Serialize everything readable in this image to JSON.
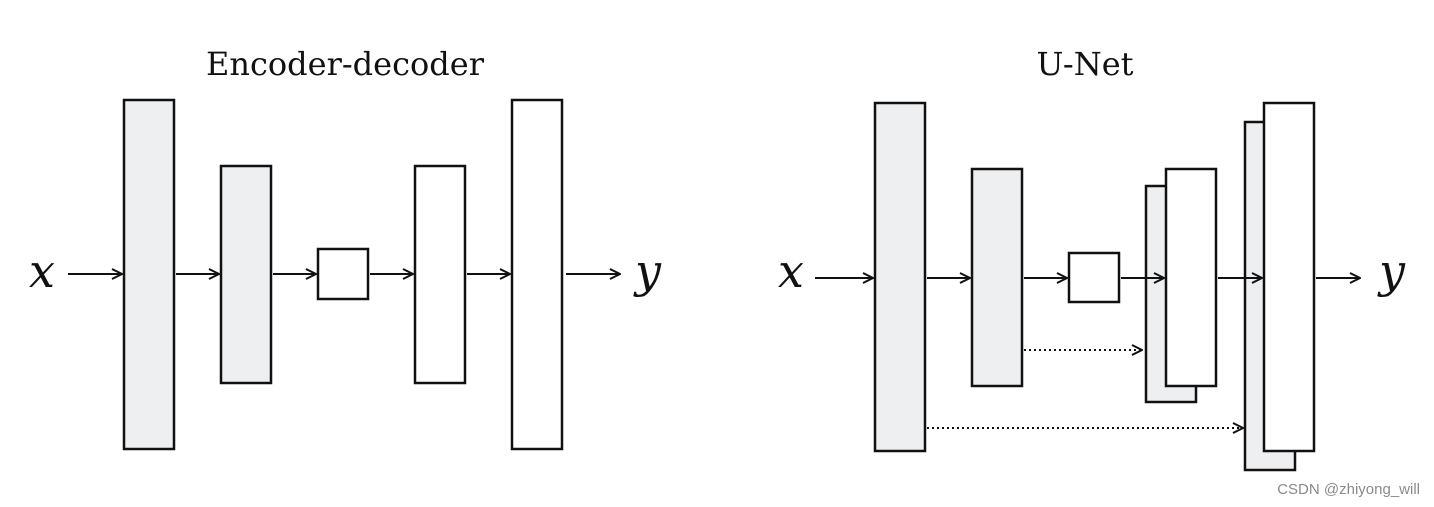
{
  "encoder_decoder": {
    "title": "Encoder-decoder",
    "input_label": "x",
    "output_label": "y"
  },
  "unet": {
    "title": "U-Net",
    "input_label": "x",
    "output_label": "y"
  },
  "colors": {
    "encoder_fill": "#eeeff1",
    "decoder_fill": "#ffffff",
    "stroke": "#111111"
  },
  "watermark": "CSDN @zhiyong_will"
}
